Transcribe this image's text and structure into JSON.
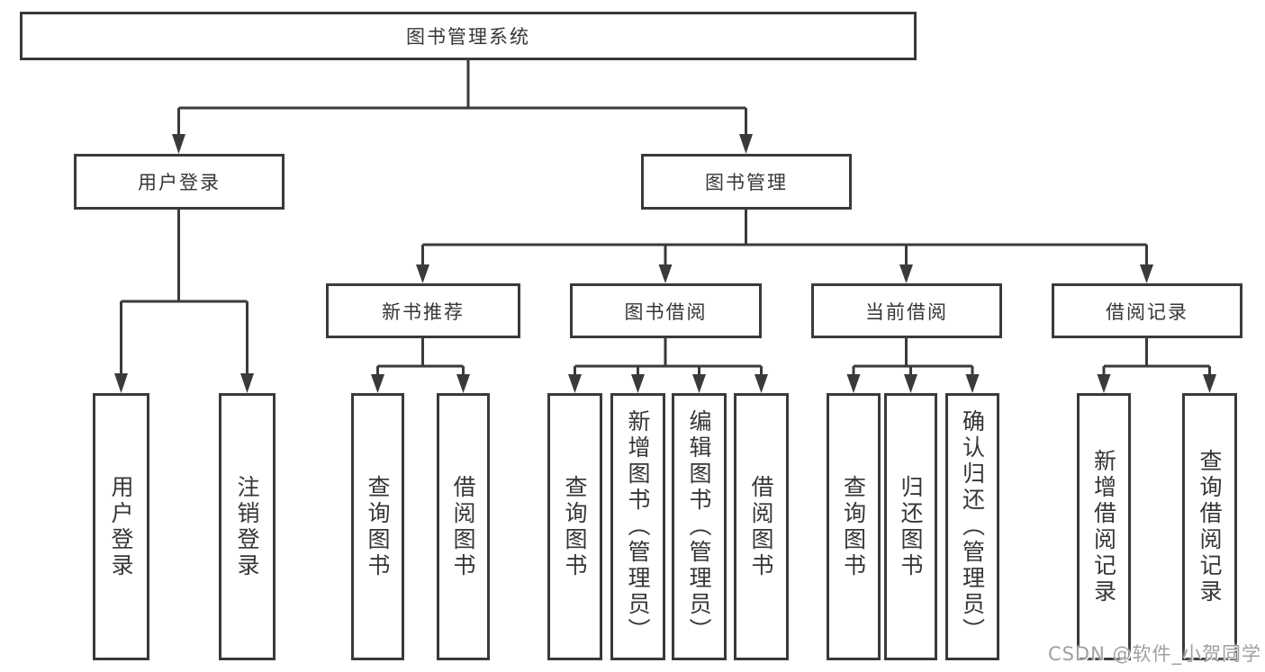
{
  "nodes": {
    "root": {
      "label": "图书管理系统"
    },
    "level2": [
      {
        "label": "用户登录"
      },
      {
        "label": "图书管理"
      }
    ],
    "level3": [
      {
        "label": "新书推荐"
      },
      {
        "label": "图书借阅"
      },
      {
        "label": "当前借阅"
      },
      {
        "label": "借阅记录"
      }
    ],
    "leaves": {
      "user_login": [
        {
          "label": "用户登录"
        },
        {
          "label": "注销登录"
        }
      ],
      "new_book_rec": [
        {
          "label": "查询图书"
        },
        {
          "label": "借阅图书"
        }
      ],
      "book_borrow": [
        {
          "label": "查询图书"
        },
        {
          "label": "新增图书（管理员）"
        },
        {
          "label": "编辑图书（管理员）"
        },
        {
          "label": "借阅图书"
        }
      ],
      "current_borrow": [
        {
          "label": "查询图书"
        },
        {
          "label": "归还图书"
        },
        {
          "label": "确认归还（管理员）"
        }
      ],
      "borrow_record": [
        {
          "label": "新增借阅记录"
        },
        {
          "label": "查询借阅记录"
        }
      ]
    }
  },
  "watermark": {
    "text": "CSDN @软件_小贺同学"
  },
  "colors": {
    "line": "#3a3a3a",
    "text": "#36363a",
    "box_background": "#ffffff",
    "watermark": "#a0a0a0"
  }
}
